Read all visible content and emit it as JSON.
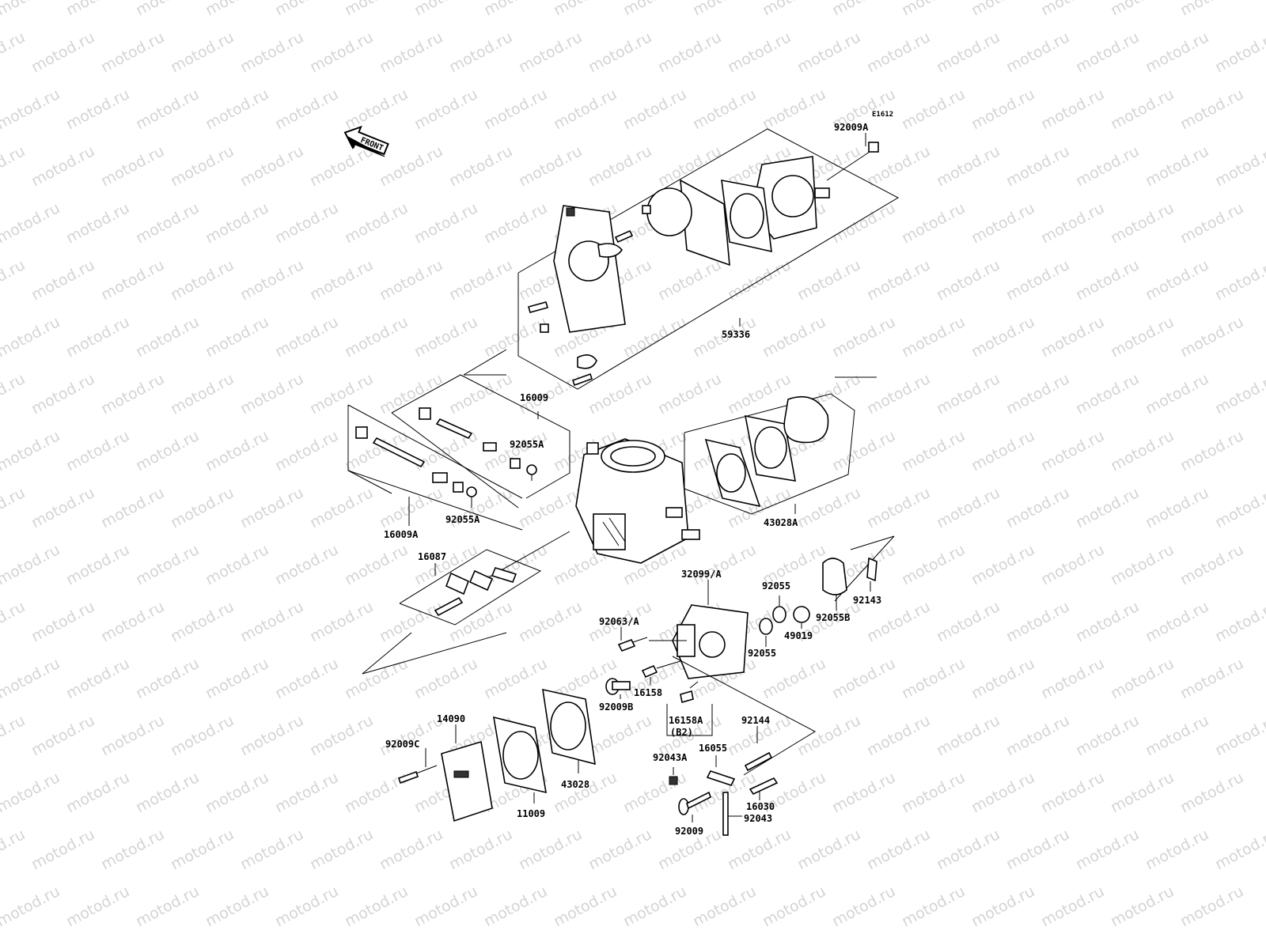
{
  "watermark": "motod.ru",
  "diagram_code": "E1612",
  "front_arrow_label": "FRONT",
  "labels": {
    "p92009A": "92009A",
    "p59336": "59336",
    "p16009": "16009",
    "p92055A_1": "92055A",
    "p92055A_2": "92055A",
    "p16009A": "16009A",
    "p43028A": "43028A",
    "p16087": "16087",
    "p32099": "32099/A",
    "p92055_1": "92055",
    "p92055_2": "92055",
    "p49019": "49019",
    "p92055B": "92055B",
    "p92143": "92143",
    "p92063": "92063/A",
    "p16158": "16158",
    "p92009B": "92009B",
    "p16158A": "16158A",
    "pB2": "(B2)",
    "p92144": "92144",
    "p16055": "16055",
    "p92043A": "92043A",
    "p16030": "16030",
    "p92043": "92043",
    "p92009": "92009",
    "p14090": "14090",
    "p92009C": "92009C",
    "p43028": "43028",
    "p11009": "11009"
  }
}
